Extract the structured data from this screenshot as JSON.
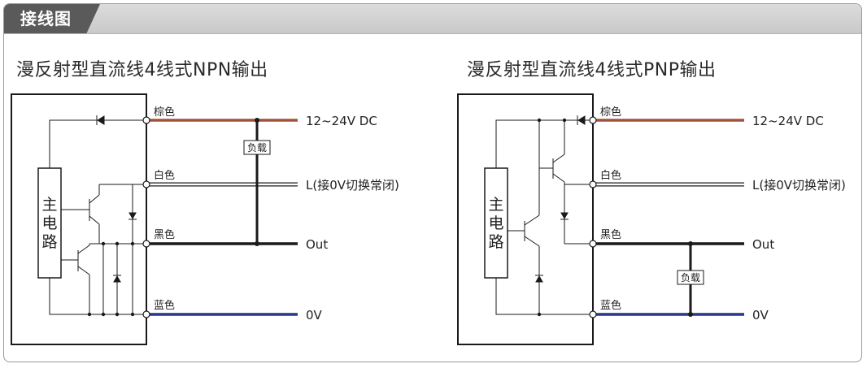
{
  "header": {
    "title": "接线图"
  },
  "diagrams": [
    {
      "title": "漫反射型直流线4线式NPN输出",
      "circuit": "主电路",
      "wires": [
        {
          "color_label": "棕色",
          "signal": "12~24V DC",
          "color": "#a0523a"
        },
        {
          "color_label": "白色",
          "signal": "L(接0V切换常闭)",
          "color": "#ffffff"
        },
        {
          "color_label": "黑色",
          "signal": "Out",
          "color": "#1a1a1a"
        },
        {
          "color_label": "蓝色",
          "signal": "0V",
          "color": "#2a3590"
        }
      ],
      "load": "负载"
    },
    {
      "title": "漫反射型直流线4线式PNP输出",
      "circuit": "主电路",
      "wires": [
        {
          "color_label": "棕色",
          "signal": "12~24V DC",
          "color": "#a0523a"
        },
        {
          "color_label": "白色",
          "signal": "L(接0V切换常闭)",
          "color": "#ffffff"
        },
        {
          "color_label": "黑色",
          "signal": "Out",
          "color": "#1a1a1a"
        },
        {
          "color_label": "蓝色",
          "signal": "0V",
          "color": "#2a3590"
        }
      ],
      "load": "负载"
    }
  ]
}
